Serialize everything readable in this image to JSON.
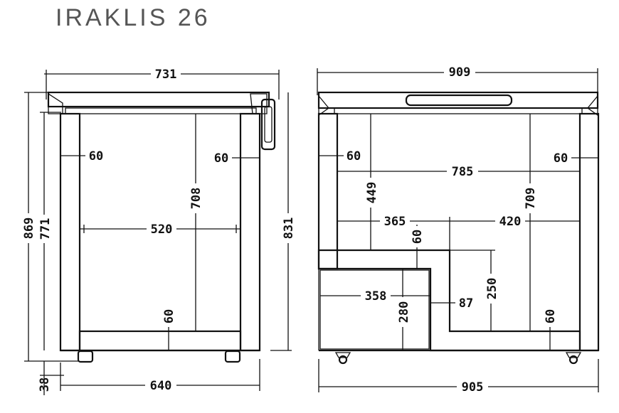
{
  "title": "IRAKLIS 26",
  "side_view": {
    "width_top": "731",
    "height_total": "869",
    "height_inner": "771",
    "height_body": "831",
    "inner_depth": "708",
    "wall_left": "60",
    "wall_right": "60",
    "bottom_wall": "60",
    "inner_width": "520",
    "base_width": "640",
    "foot_height": "38"
  },
  "front_view": {
    "width_top": "909",
    "width_base": "905",
    "inner_width": "785",
    "wall_left": "60",
    "wall_right": "60",
    "depth_left": "449",
    "depth_right": "709",
    "width_left": "365",
    "width_right": "420",
    "step_wall": "60",
    "step_height": "250",
    "compressor_width": "358",
    "compressor_height": "280",
    "step_offset": "87",
    "bottom_wall": "60"
  }
}
